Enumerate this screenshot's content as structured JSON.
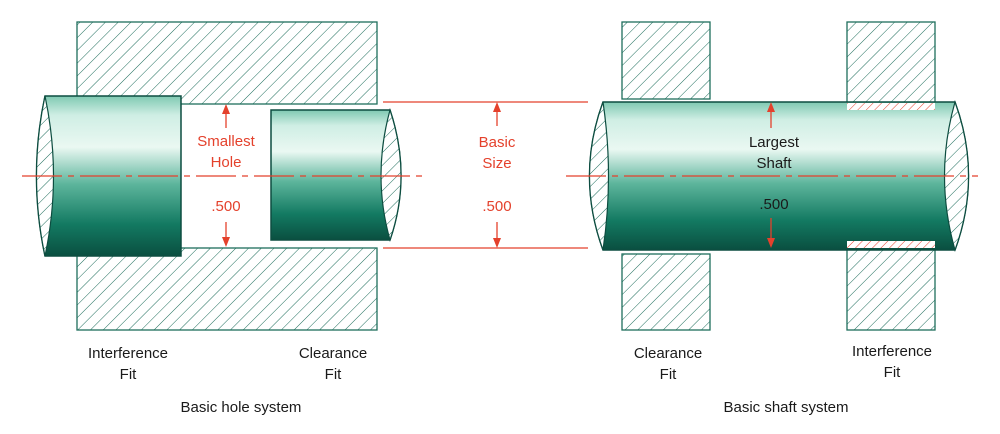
{
  "left_diagram": {
    "interference_label": [
      "Interference",
      "Fit"
    ],
    "clearance_label": [
      "Clearance",
      "Fit"
    ],
    "dimension_label": [
      "Smallest",
      "Hole"
    ],
    "dimension_value": ".500",
    "caption": "Basic hole system"
  },
  "center_dimension": {
    "label": [
      "Basic",
      "Size"
    ],
    "value": ".500"
  },
  "right_diagram": {
    "clearance_label": [
      "Clearance",
      "Fit"
    ],
    "interference_label": [
      "Interference",
      "Fit"
    ],
    "dimension_label": [
      "Largest",
      "Shaft"
    ],
    "dimension_value": ".500",
    "caption": "Basic shaft system"
  },
  "colors": {
    "annotation_red": "#e4412c",
    "shaft_light": "#dff0ea",
    "shaft_mid": "#5bb8a0",
    "shaft_dark": "#0d5c4c",
    "hatch": "#1e6e5c",
    "interference_hatch": "#e4412c"
  }
}
